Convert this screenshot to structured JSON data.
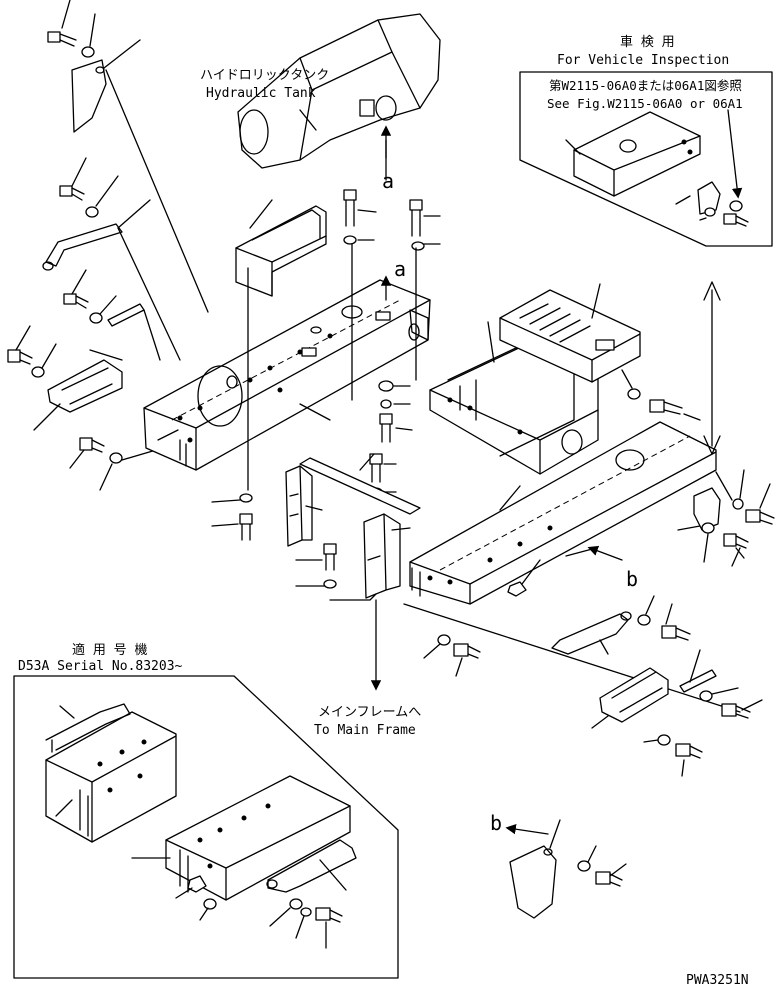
{
  "labels": {
    "hydraulic_tank_jp": "ハイドロリックタンク",
    "hydraulic_tank_en": "Hydraulic Tank",
    "vehicle_inspection_jp": "車 検 用",
    "vehicle_inspection_en": "For Vehicle Inspection",
    "see_fig_jp": "第W2115-06A0または06A1図参照",
    "see_fig_en": "See Fig.W2115-06A0 or 06A1",
    "serial_jp": "適 用 号 機",
    "serial_en": "D53A Serial No.83203~",
    "main_frame_jp": "メインフレームへ",
    "main_frame_en": "To Main Frame",
    "ref_a1": "a",
    "ref_a2": "a",
    "ref_b1": "b",
    "ref_b2": "b",
    "drawing_no": "PWA3251N"
  }
}
